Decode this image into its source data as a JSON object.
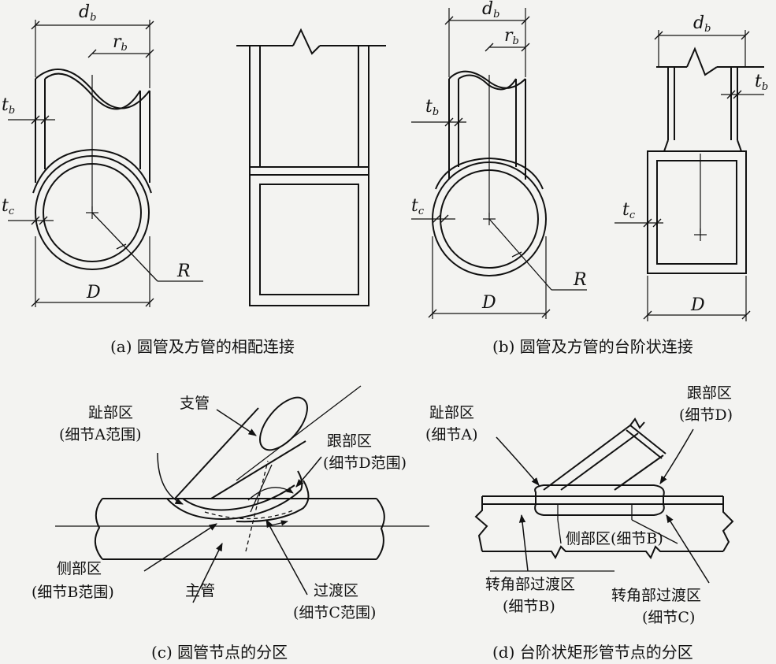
{
  "panel_a": {
    "caption": "(a) 圆管及方管的相配连接",
    "db": "d",
    "db_sub": "b",
    "rb": "r",
    "rb_sub": "b",
    "tb": "t",
    "tb_sub": "b",
    "tc": "t",
    "tc_sub": "c",
    "D": "D",
    "R": "R"
  },
  "panel_b": {
    "caption": "(b)  圆管及方管的台阶状连接",
    "db": "d",
    "db_sub": "b",
    "rb": "r",
    "rb_sub": "b",
    "tb": "t",
    "tb_sub": "b",
    "tc": "t",
    "tc_sub": "c",
    "D": "D",
    "R": "R",
    "db2": "d",
    "db2_sub": "b",
    "tb2": "t",
    "tb2_sub": "b",
    "tc2": "t",
    "tc2_sub": "c",
    "D2": "D"
  },
  "panel_c": {
    "caption": "(c) 圆管节点的分区",
    "toe": "趾部区",
    "toe_detail": "(细节A范围)",
    "branch": "支管",
    "heel": "跟部区",
    "heel_detail": "(细节D范围)",
    "side": "侧部区",
    "side_detail": "(细节B范围)",
    "chord": "主管",
    "transition": "过渡区",
    "transition_detail": "(细节C范围)"
  },
  "panel_d": {
    "caption": "(d) 台阶状矩形管节点的分区",
    "toe": "趾部区",
    "toe_detail": "(细节A)",
    "heel": "跟部区",
    "heel_detail": "(细节D)",
    "side": "侧部区(细节B)",
    "corner1": "转角部过渡区",
    "corner1_detail": "(细节B)",
    "corner2": "转角部过渡区",
    "corner2_detail": "(细节C)"
  }
}
